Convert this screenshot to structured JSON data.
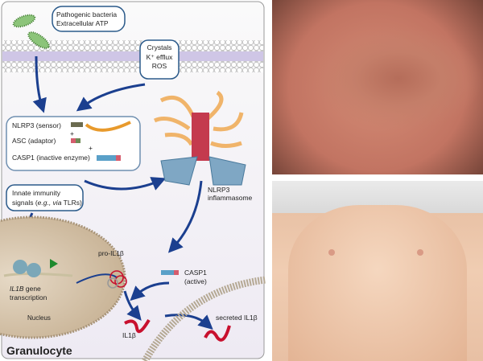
{
  "diagram": {
    "triggers_extracellular": [
      "Pathogenic bacteria",
      "Extracellular ATP"
    ],
    "triggers_membrane": [
      "Crystals",
      "K⁺ efflux",
      "ROS"
    ],
    "components": {
      "nlrp3": "NLRP3 (sensor)",
      "plus1": "+",
      "asc": "ASC (adaptor)",
      "plus2": "+",
      "casp1": "CASP1 (inactive enzyme)"
    },
    "innate_signals": {
      "line1": "Innate immunity",
      "line2_pre": "signals (",
      "line2_eg": "e.g., via",
      "line2_post": " TLRs)"
    },
    "inflammasome": [
      "NLRP3",
      "inflammasome"
    ],
    "pro_il1b": "pro-IL1β",
    "casp1_active": [
      "CASP1",
      "(active)"
    ],
    "gene": {
      "name": "IL1B",
      "rest": " gene",
      "line2": "transcription"
    },
    "nucleus": "Nucleus",
    "il1b": "IL1β",
    "secreted": "secreted IL1β",
    "cell": "Granulocyte",
    "colors": {
      "arrow": "#1b3f8f",
      "protein_red": "#c8102e",
      "nucleus": "#d9c8b2",
      "membrane_band": "#cfc6e6"
    }
  }
}
